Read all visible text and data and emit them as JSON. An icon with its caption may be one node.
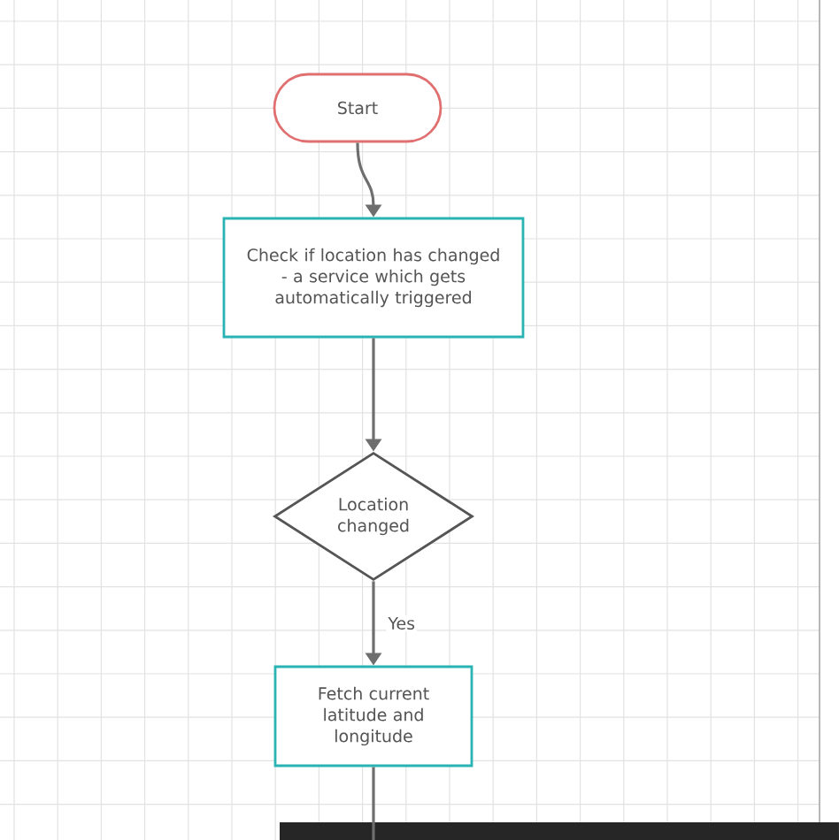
{
  "diagram": {
    "nodes": [
      {
        "text": [
          "Start"
        ]
      },
      {
        "text": [
          "Check if location has changed - a service which gets automatically triggered"
        ]
      },
      {
        "text": [
          "Location changed"
        ]
      },
      {
        "text": [
          "Fetch current latitude and longitude"
        ]
      }
    ],
    "edges": [
      {
        "from": 0,
        "to": 1,
        "arrow": "to"
      },
      {
        "from": 1,
        "to": 2,
        "arrow": "to"
      },
      {
        "from": 2,
        "to": 3,
        "arrow": "to",
        "label": "Yes"
      },
      {
        "from": 3,
        "to": null,
        "arrow": "none"
      }
    ]
  }
}
